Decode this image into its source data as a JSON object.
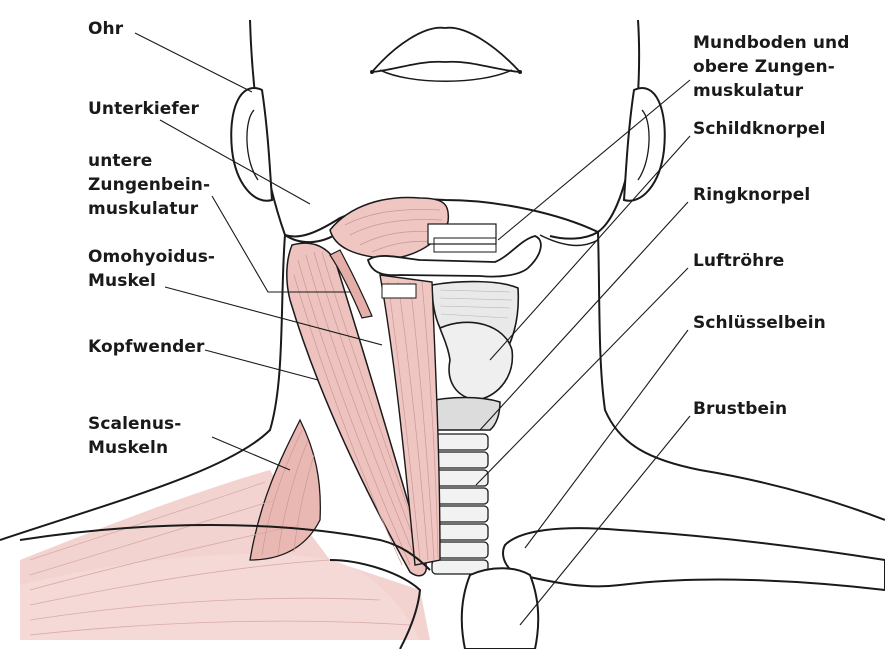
{
  "labels": {
    "ohr": "Ohr",
    "unterkiefer": "Unterkiefer",
    "untere_zungenbein_1": "untere",
    "untere_zungenbein_2": "Zungenbein-",
    "untere_zungenbein_3": "muskulatur",
    "omohyoidus_1": "Omohyoidus-",
    "omohyoidus_2": "Muskel",
    "kopfwender": "Kopfwender",
    "scalenus_1": "Scalenus-",
    "scalenus_2": "Muskeln",
    "mundboden_1": "Mundboden und",
    "mundboden_2": "obere Zungen-",
    "mundboden_3": "muskulatur",
    "schildknorpel": "Schildknorpel",
    "ringknorpel": "Ringknorpel",
    "luftroehre": "Luftröhre",
    "schluesselbein": "Schlüsselbein",
    "brustbein": "Brustbein"
  },
  "colors": {
    "outline": "#1a1a1a",
    "muscle_fill": "#f2d3d0",
    "muscle_fiber": "#c99a96",
    "cartilage_fill": "#e9e9e9",
    "trachea_ring": "#dcdcdc"
  }
}
